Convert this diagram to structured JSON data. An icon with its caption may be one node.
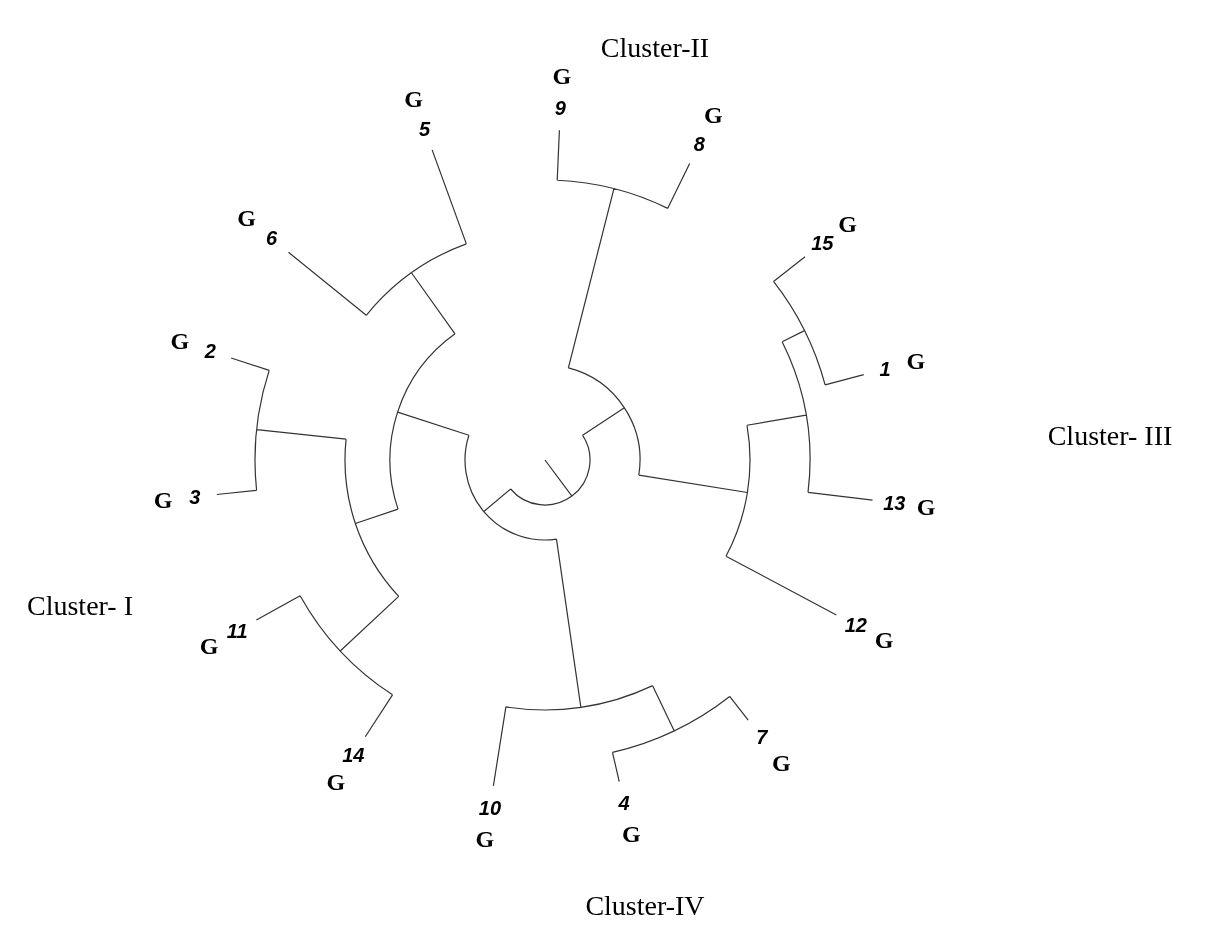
{
  "diagram": {
    "labels": [
      "Cluster-II",
      "G",
      "9",
      "G",
      "8",
      "G",
      "5",
      "G",
      "6",
      "G",
      "15",
      "G",
      "1",
      "G",
      "2",
      "Cluster- III",
      "G",
      "3",
      "G",
      "13",
      "Cluster- I",
      "G",
      "11",
      "G",
      "12",
      "G",
      "14",
      "G",
      "7",
      "G",
      "10",
      "G",
      "4",
      "Cluster-IV"
    ]
  }
}
